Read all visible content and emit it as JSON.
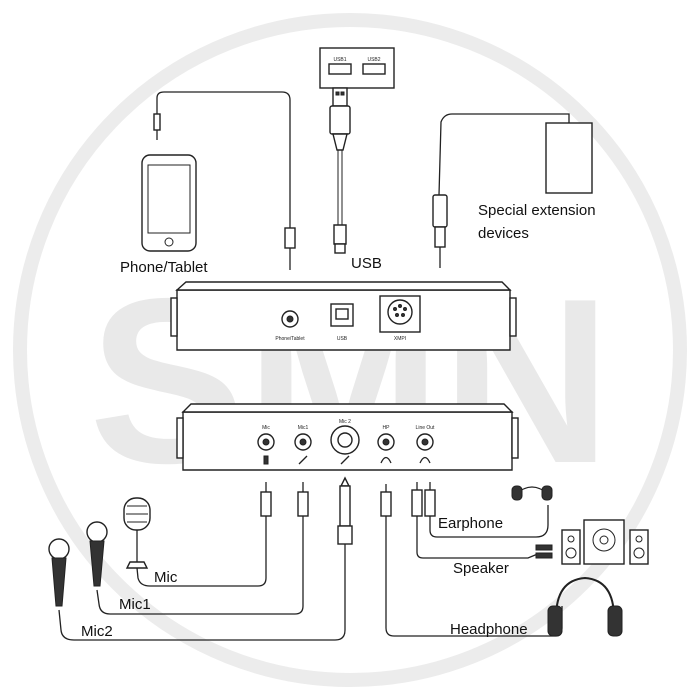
{
  "watermark": {
    "text": "SMN"
  },
  "labels": {
    "phone_tablet": "Phone/Tablet",
    "usb": "USB",
    "special_ext_line1": "Special extension",
    "special_ext_line2": "devices",
    "earphone": "Earphone",
    "speaker": "Speaker",
    "headphone": "Headphone",
    "mic": "Mic",
    "mic1": "Mic1",
    "mic2": "Mic2"
  },
  "usb_hub": {
    "port1": "USB1",
    "port2": "USB2"
  },
  "rear_panel": {
    "phone_tablet": "Phone/Tablet",
    "usb": "USB",
    "xmpi": "XMPI"
  },
  "front_panel": {
    "mic": "Mic",
    "mic1": "Mic1",
    "mic2": "Mic 2",
    "hp": "HP",
    "line_out": "Line Out"
  },
  "icons": [
    "microphone-icon",
    "headphone-icon",
    "earphone-icon",
    "speaker-icon",
    "phone-icon",
    "usb-icon"
  ]
}
